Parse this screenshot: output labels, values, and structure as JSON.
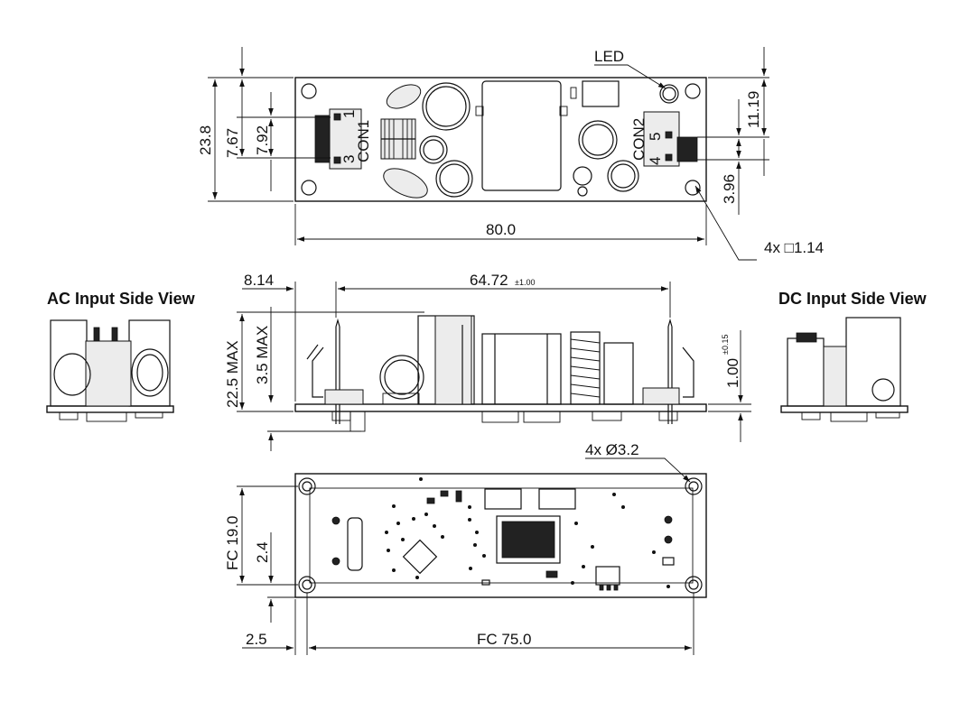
{
  "labels": {
    "led": "LED",
    "con1": "CON1",
    "con2": "CON2",
    "pin1": "1",
    "pin3": "3",
    "pin4": "4",
    "pin5": "5",
    "pin_square": "4x □1.14",
    "mount_holes": "4x Ø3.2",
    "ac_view": "AC Input Side View",
    "dc_view": "DC Input Side View"
  },
  "dimensions": {
    "width_80": "80.0",
    "height_23_8": "23.8",
    "d_7_67": "7.67",
    "d_7_92": "7.92",
    "d_11_19": "11.19",
    "d_3_96": "3.96",
    "d_8_14": "8.14",
    "d_64_72": "64.72",
    "tol_64_72": "±1.00",
    "max_22_5": "22.5 MAX",
    "max_3_5": "3.5 MAX",
    "d_1_00": "1.00",
    "tol_1_00": "±0.15",
    "fc_19": "FC 19.0",
    "d_2_4": "2.4",
    "d_2_5": "2.5",
    "fc_75": "FC 75.0"
  }
}
